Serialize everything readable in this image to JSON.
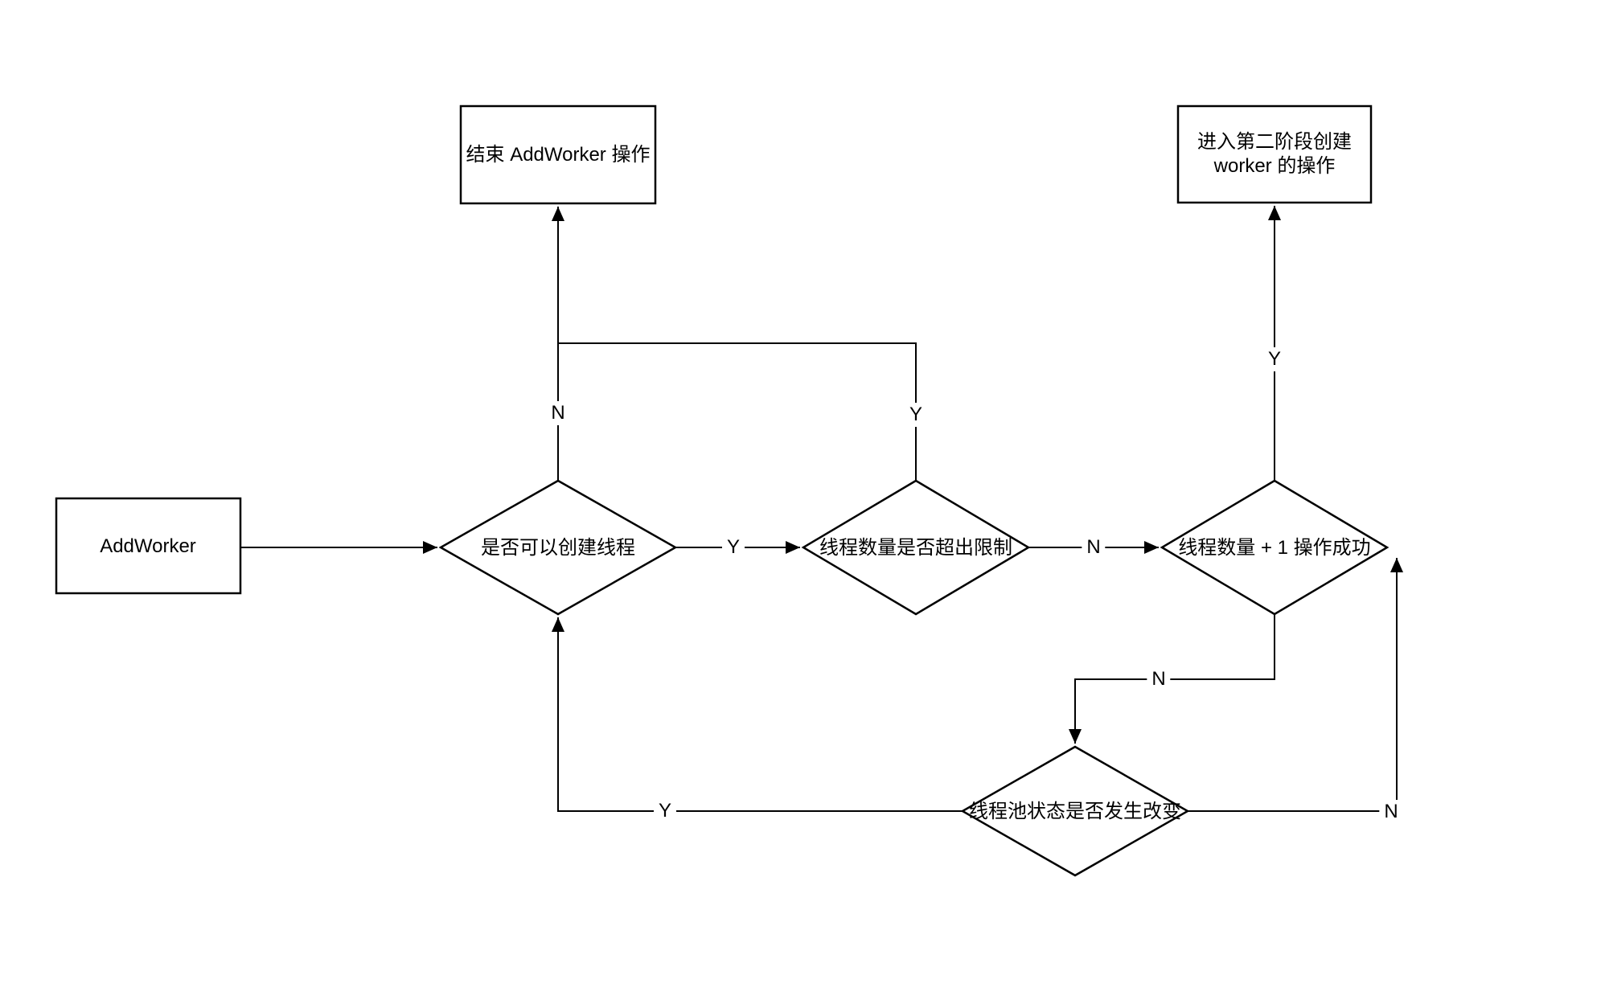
{
  "nodes": {
    "addworker": {
      "label": "AddWorker"
    },
    "end_addworker": {
      "label": "结束 AddWorker 操作"
    },
    "phase2_worker": {
      "label": "进入第二阶段创建\nworker 的操作"
    },
    "can_create_thread": {
      "label": "是否可以创建线程"
    },
    "count_exceeds_limit": {
      "label": "线程数量是否超出限制"
    },
    "increment_success": {
      "label": "线程数量 + 1 操作成功"
    },
    "pool_state_changed": {
      "label": "线程池状态是否发生改变"
    }
  },
  "edge_labels": {
    "can_create_no": "N",
    "can_create_yes": "Y",
    "exceed_limit_yes": "Y",
    "exceed_limit_no": "N",
    "increment_yes": "Y",
    "increment_no": "N",
    "pool_changed_yes": "Y",
    "pool_changed_no": "N"
  },
  "colors": {
    "stroke": "#000000",
    "node_fill": "#ffffff",
    "background": "#ffffff"
  }
}
